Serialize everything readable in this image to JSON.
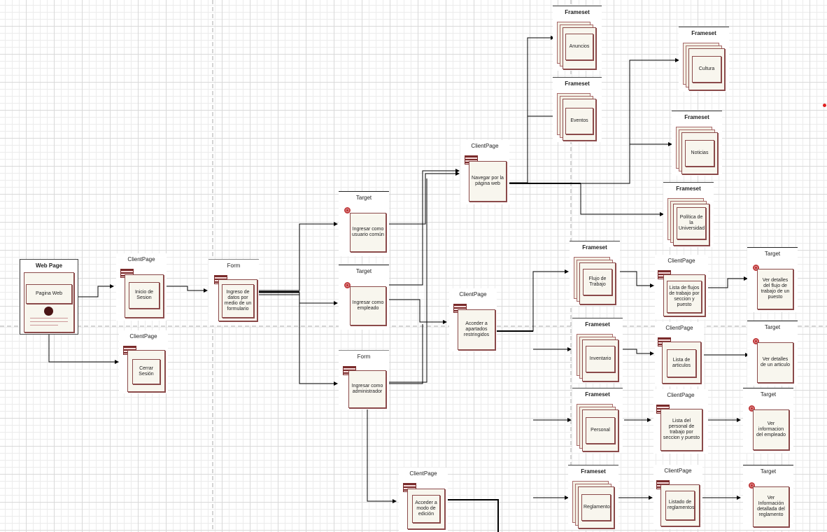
{
  "colors": {
    "line": "#000000",
    "accent": "#8b4a4a",
    "paper": "#f8f6ee",
    "target": "#c0393b",
    "marker": "#e02020"
  },
  "webpage": {
    "type": "Web Page",
    "label": "Pagina Web"
  },
  "client_inicio": {
    "type": "ClientPage",
    "label": "Inicio de Sesion"
  },
  "client_cerrar": {
    "type": "ClientPage",
    "label": "Cerrar Sesión"
  },
  "form_ingreso": {
    "type": "Form",
    "label": "Ingreso de datos por medio de un formulario"
  },
  "target_comun": {
    "type": "Target",
    "label": "Ingresar como usuario común"
  },
  "target_empleado": {
    "type": "Target",
    "label": "Ingresar como empleado"
  },
  "form_admin": {
    "type": "Form",
    "label": "Ingresar como administrador"
  },
  "client_navegar": {
    "type": "ClientPage",
    "label": "Navegar por la página web"
  },
  "client_restringidos": {
    "type": "ClientPage",
    "label": "Acceder a apartados restringidos"
  },
  "client_edicion": {
    "type": "ClientPage",
    "label": "Acceder a modo de edición"
  },
  "fs_anuncios": {
    "type": "Frameset",
    "label": "Anuncios"
  },
  "fs_eventos": {
    "type": "Frameset",
    "label": "Eventos"
  },
  "fs_cultura": {
    "type": "Frameset",
    "label": "Cultura"
  },
  "fs_noticias": {
    "type": "Frameset",
    "label": "Noticias"
  },
  "fs_politica": {
    "type": "Frameset",
    "label": "Política de la Universidad"
  },
  "fs_flujo": {
    "type": "Frameset",
    "label": "Flujo de Trabajo"
  },
  "fs_inventario": {
    "type": "Frameset",
    "label": "Inventario"
  },
  "fs_personal": {
    "type": "Frameset",
    "label": "Personal"
  },
  "fs_reglamento": {
    "type": "Frameset",
    "label": "Reglamento"
  },
  "client_flujos": {
    "type": "ClientPage",
    "label": "Lista de flujos de trabajo por seccion y puesto"
  },
  "client_articulos": {
    "type": "ClientPage",
    "label": "Lista de articulos"
  },
  "client_personal": {
    "type": "ClientPage",
    "label": "Lista del personal de trabajo por seccion y puesto"
  },
  "client_reglamentos": {
    "type": "ClientPage",
    "label": "Listado de reglamentos"
  },
  "target_flujo": {
    "type": "Target",
    "label": "Ver detalles del flujo de trabajo de un puesto"
  },
  "target_articulo": {
    "type": "Target",
    "label": "Ver detalles de un articulo"
  },
  "target_empleado_info": {
    "type": "Target",
    "label": "Ver informacion del empleado"
  },
  "target_reglamento": {
    "type": "Target",
    "label": "Ver Información detallada del reglamento"
  }
}
